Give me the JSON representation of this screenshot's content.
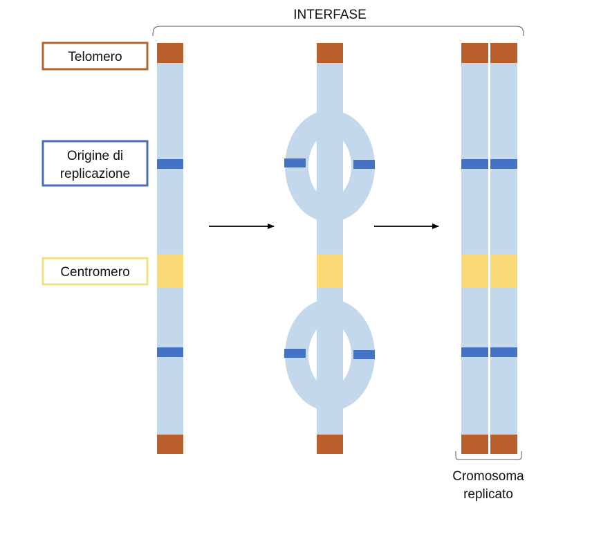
{
  "title": "INTERFASE",
  "legend": {
    "telomere": "Telomero",
    "origin_line1": "Origine di",
    "origin_line2": "replicazione",
    "centromere": "Centromero"
  },
  "replicated_label": {
    "line1": "Cromosoma",
    "line2": "replicato"
  },
  "colors": {
    "chromatin": "#c4d8ec",
    "telomere": "#b95f2b",
    "origin": "#4472c4",
    "centromere": "#f9d978",
    "telomere_border": "#b5642f",
    "origin_border": "#4a6fb5",
    "centromere_border": "#f2dc86",
    "arrow": "#000000"
  }
}
